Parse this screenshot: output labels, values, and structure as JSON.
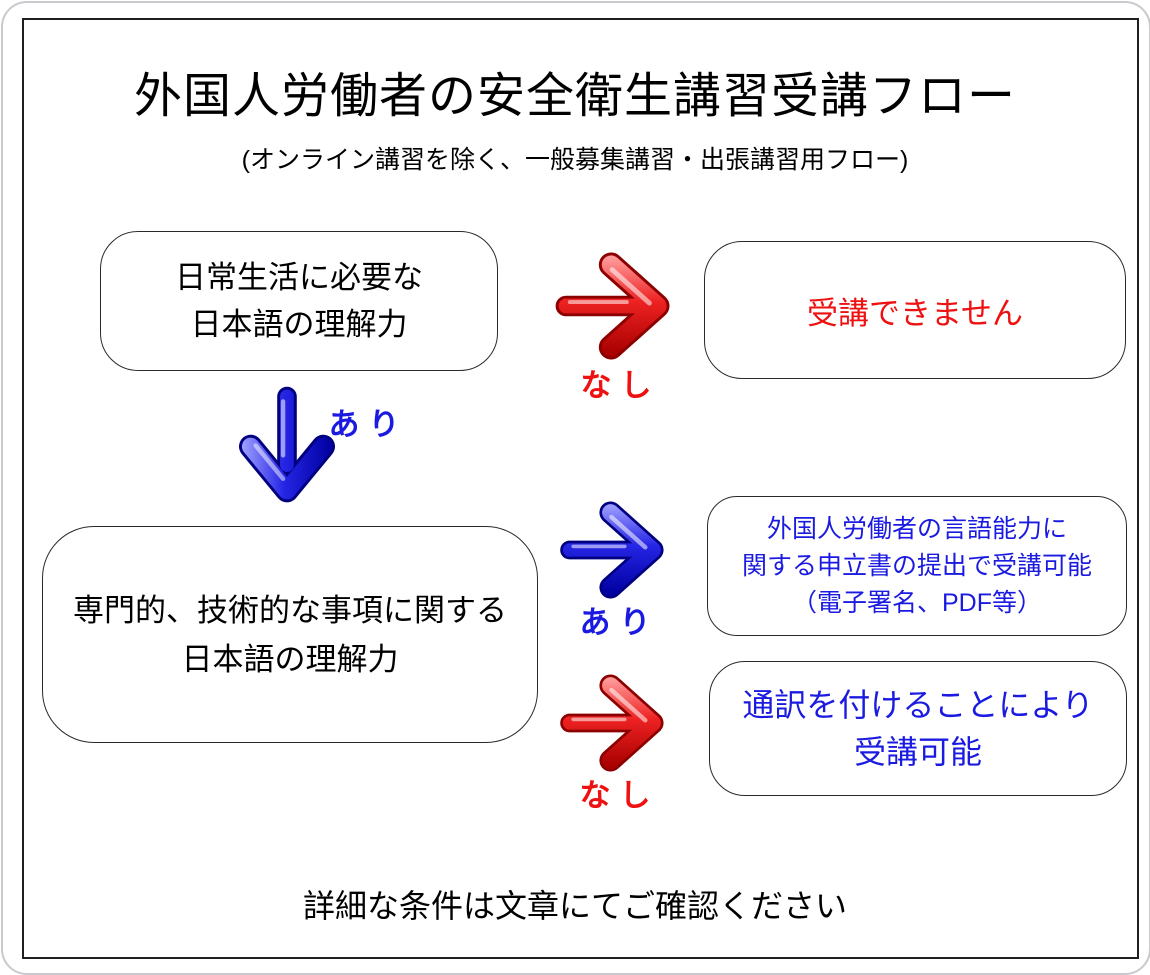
{
  "title": "外国人労働者の安全衛生講習受講フロー",
  "subtitle": "(オンライン講習を除く、一般募集講習・出張講習用フロー)",
  "colors": {
    "red": "#ee1111",
    "blue": "#1a1ae0"
  },
  "nodes": {
    "daily_japanese": {
      "line1": "日常生活に必要な",
      "line2": "日本語の理解力"
    },
    "cannot_attend": {
      "label": "受講できません"
    },
    "technical_japanese": {
      "line1": "専門的、技術的な事項に関する",
      "line2": "日本語の理解力"
    },
    "statement_submission": {
      "line1": "外国人労働者の言語能力に",
      "line2": "関する申立書の提出で受講可能",
      "line3": "（電子署名、PDF等）"
    },
    "interpreter": {
      "line1": "通訳を付けることにより",
      "line2": "受講可能"
    }
  },
  "edges": {
    "no_top": "なし",
    "yes_down": "あり",
    "yes_mid": "あり",
    "no_bottom": "なし"
  },
  "footer": "詳細な条件は文章にてご確認ください"
}
